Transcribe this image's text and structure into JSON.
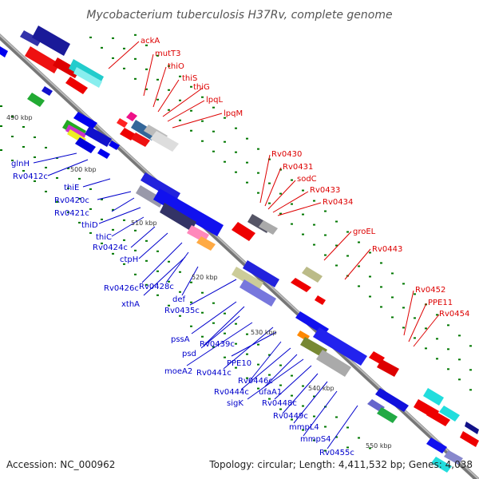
{
  "title": "Mycobacterium tuberculosis H37Rv, complete genome",
  "footer": {
    "accession": "Accession: NC_000962",
    "topology": "Topology: circular; Length: 4,411,532 bp; Genes: 4,038"
  },
  "colors": {
    "forward_label": "#dd0000",
    "reverse_label": "#0000cc",
    "backbone": "#888888",
    "tick": "#007700"
  },
  "kbp_ticks": [
    "490 kbp",
    "500 kbp",
    "510 kbp",
    "520 kbp",
    "530 kbp",
    "540 kbp",
    "550 kbp"
  ],
  "genes_forward": [
    "ackA",
    "mutT3",
    "thiO",
    "thiS",
    "thiG",
    "lpqL",
    "lpqM",
    "Rv0430",
    "Rv0431",
    "sodC",
    "Rv0433",
    "Rv0434",
    "groEL",
    "Rv0443",
    "Rv0452",
    "PPE11",
    "Rv0454"
  ],
  "genes_reverse": [
    "glnH",
    "Rv0412c",
    "thiE",
    "Rv0420c",
    "Rv0421c",
    "thiD",
    "thiC",
    "Rv0424c",
    "ctpH",
    "Rv0426c",
    "Rv0428c",
    "xthA",
    "def",
    "Rv0435c",
    "pssA",
    "Rv0439c",
    "psd",
    "moeA2",
    "Rv0441c",
    "PPE10",
    "Rv0446c",
    "Rv0444c",
    "ufaA1",
    "sigK",
    "Rv0448c",
    "Rv0449c",
    "mmpL4",
    "mmpS4",
    "Rv0455c"
  ]
}
